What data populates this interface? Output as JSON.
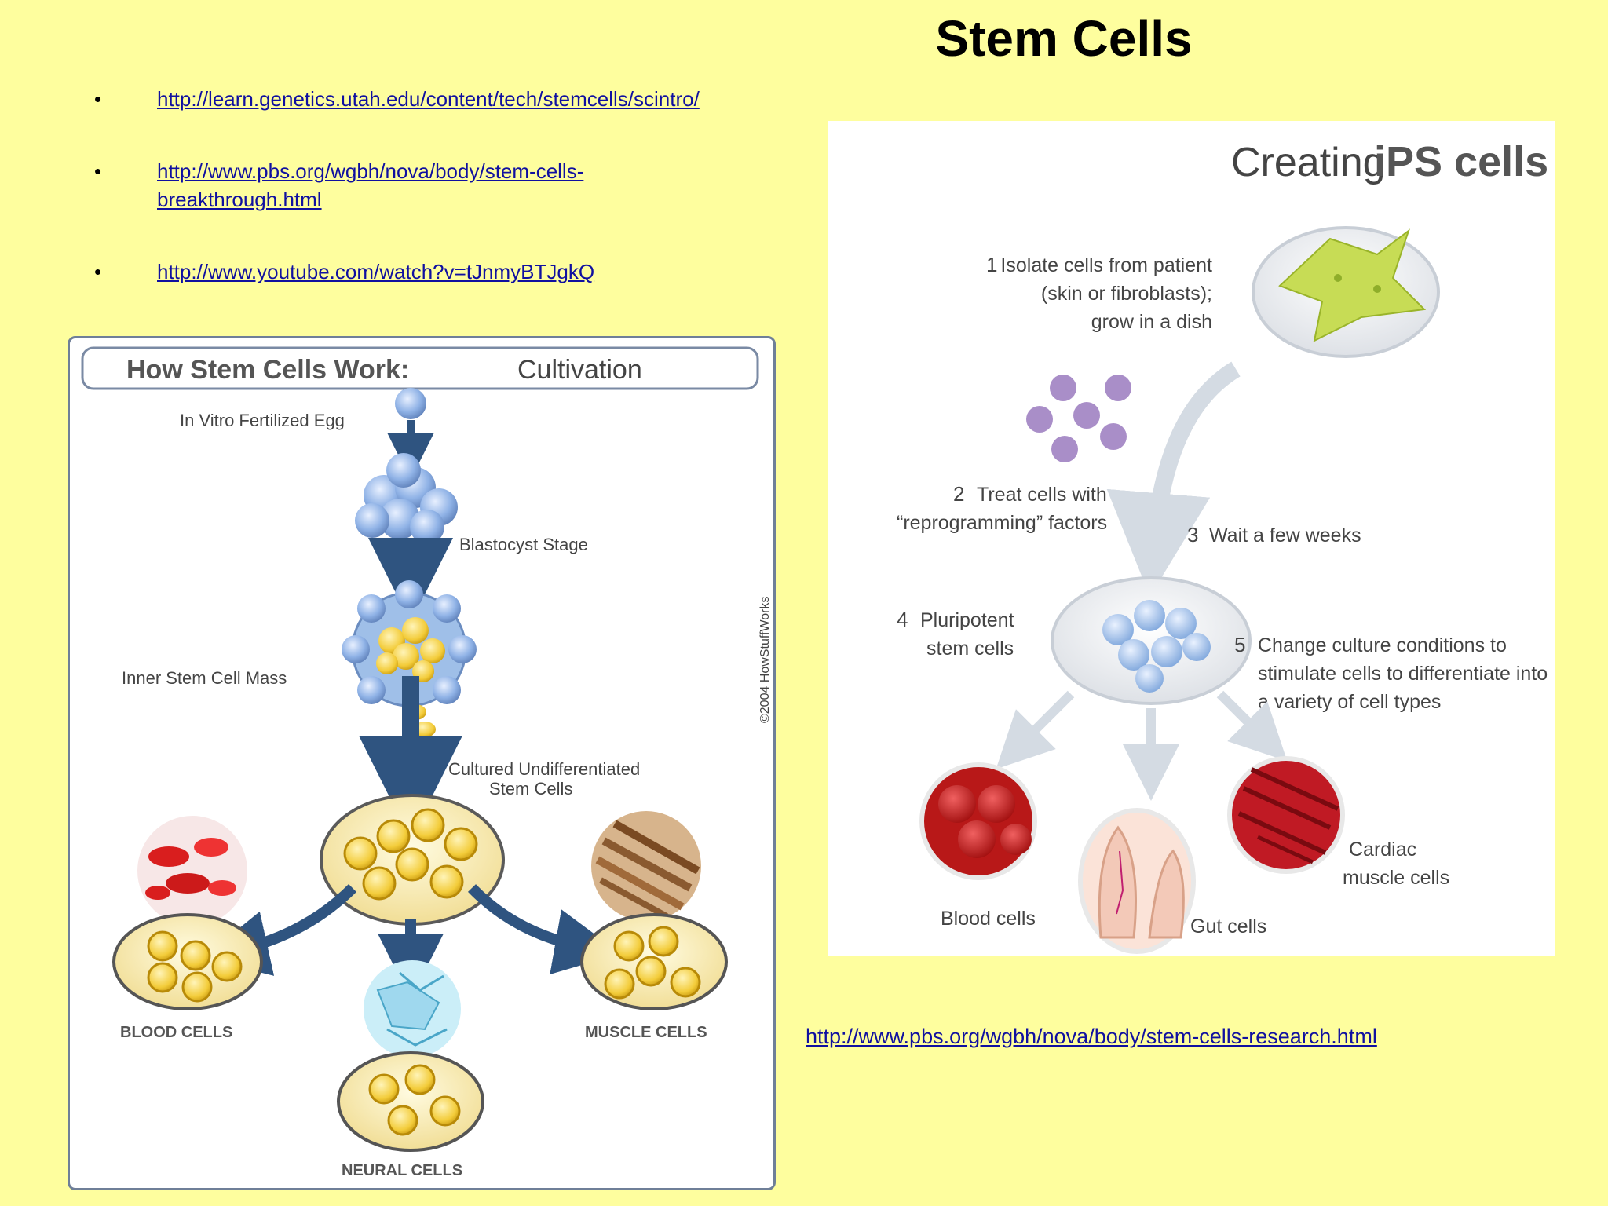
{
  "slide": {
    "title": "Stem Cells"
  },
  "links": [
    {
      "line1": "http://learn.genetics.utah.edu/content/tech/stemcells/scintro/",
      "line2": ""
    },
    {
      "line1": "http://www.pbs.org/wgbh/nova/body/stem-cells-",
      "line2": "breakthrough.html"
    },
    {
      "line1": "http://www.youtube.com/watch?v=tJnmyBTJgkQ",
      "line2": ""
    }
  ],
  "bottom_link": "http://www.pbs.org/wgbh/nova/body/stem-cells-research.html",
  "cultivation": {
    "title_bold": "How Stem Cells  Work:",
    "title_light": "Cultivation",
    "egg": "In Vitro Fertilized Egg",
    "blastocyst": "Blastocyst Stage",
    "inner_mass": "Inner Stem Cell Mass",
    "cultured_1": "Cultured Undifferentiated",
    "cultured_2": "Stem Cells",
    "blood": "BLOOD CELLS",
    "muscle": "MUSCLE CELLS",
    "neural": "NEURAL CELLS",
    "credit": "©2004 HowStuffWorks"
  },
  "ips": {
    "title_light": "Creating",
    "title_bold": "iPS cells",
    "step1_num": "1",
    "step1_lines": [
      "Isolate cells from patient",
      "(skin or fibroblasts);",
      "grow in a dish"
    ],
    "step2_num": "2",
    "step2_lines": [
      "Treat cells with",
      "“reprogramming” factors"
    ],
    "step3_num": "3",
    "step3_text": "Wait a few weeks",
    "step4_num": "4",
    "step4_lines": [
      "Pluripotent",
      "stem cells"
    ],
    "step5_num": "5",
    "step5_lines": [
      "Change culture conditions to",
      "stimulate cells to differentiate into",
      "a variety of cell types"
    ],
    "blood": "Blood cells",
    "gut": "Gut cells",
    "cardiac_1": "Cardiac",
    "cardiac_2": "muscle cells"
  },
  "colors": {
    "background": "#fefe9e",
    "link": "#1010a0",
    "arrow_blue": "#2f5480",
    "ips_title": "#1f3f5e"
  }
}
